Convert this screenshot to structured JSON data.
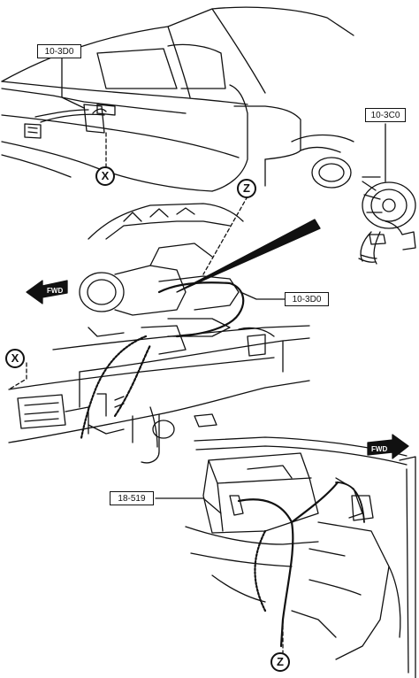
{
  "callouts": {
    "ref_top_rear": "10-3D0",
    "ref_connector": "10-3C0",
    "ref_mid_harness": "10-3D0",
    "ref_battery": "18-519"
  },
  "markers": {
    "x_upper": "X",
    "x_lower": "X",
    "z_upper": "Z",
    "z_lower": "Z"
  },
  "direction": {
    "fwd_left": "FWD",
    "fwd_right": "FWD"
  }
}
